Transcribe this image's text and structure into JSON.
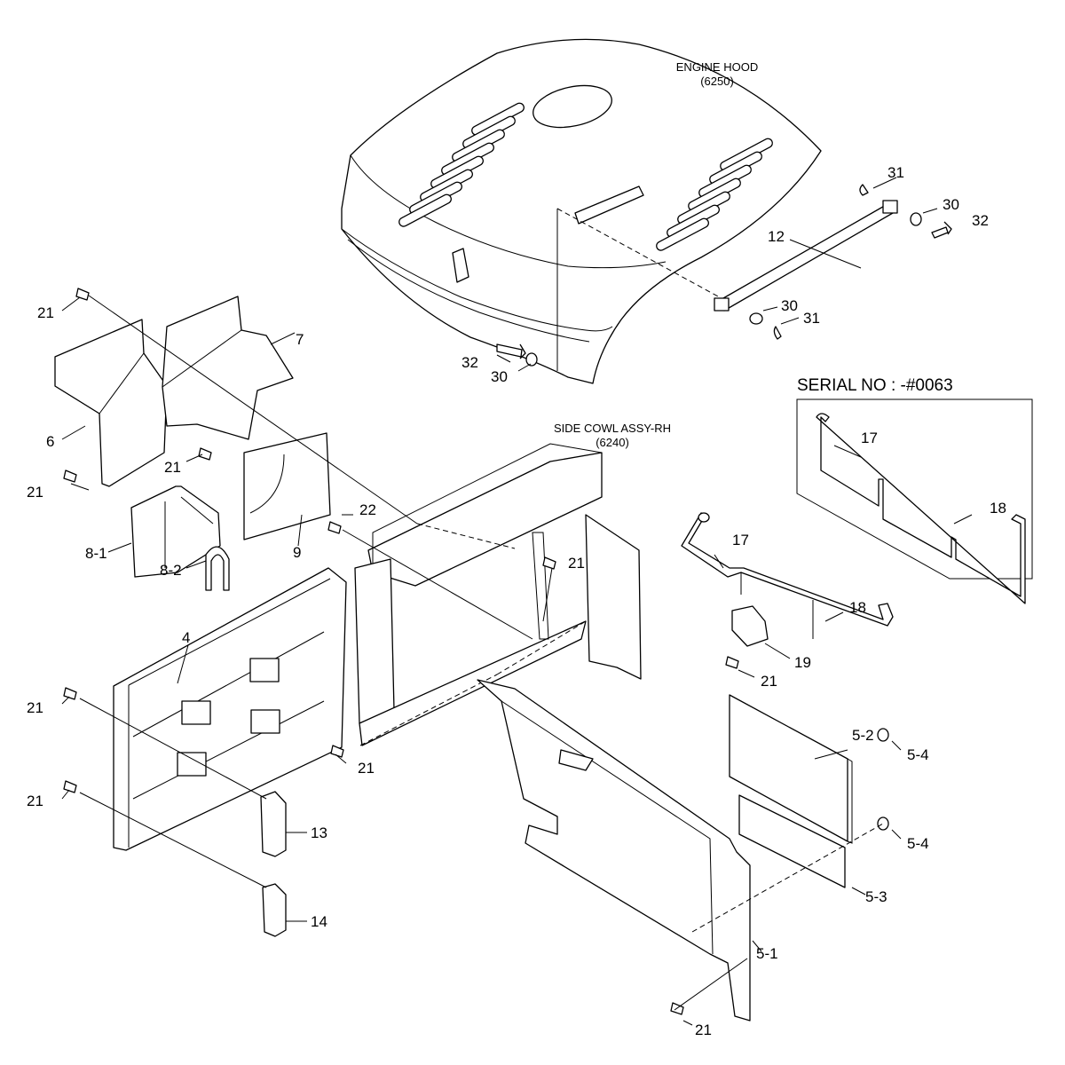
{
  "captions": {
    "engine_hood": [
      "ENGINE HOOD",
      "(6250)"
    ],
    "side_cowl": [
      "SIDE COWL ASSY-RH",
      "(6240)"
    ],
    "serial": "SERIAL NO : -#0063"
  },
  "part_numbers": {
    "p21_a": "21",
    "p21_b": "21",
    "p21_c": "21",
    "p21_d": "21",
    "p21_e": "21",
    "p21_f": "21",
    "p21_g": "21",
    "p21_h": "21",
    "p21_i": "21",
    "p7": "7",
    "p6": "6",
    "p8_1": "8-1",
    "p8_2": "8-2",
    "p9": "9",
    "p22": "22",
    "p4": "4",
    "p13": "13",
    "p14": "14",
    "p12": "12",
    "p30_a": "30",
    "p30_b": "30",
    "p30_c": "30",
    "p31_a": "31",
    "p31_b": "31",
    "p32_a": "32",
    "p32_b": "32",
    "p17_a": "17",
    "p18_a": "18",
    "p17_b": "17",
    "p18_b": "18",
    "p19": "19",
    "p5_1": "5-1",
    "p5_2": "5-2",
    "p5_3": "5-3",
    "p5_4_a": "5-4",
    "p5_4_b": "5-4"
  }
}
